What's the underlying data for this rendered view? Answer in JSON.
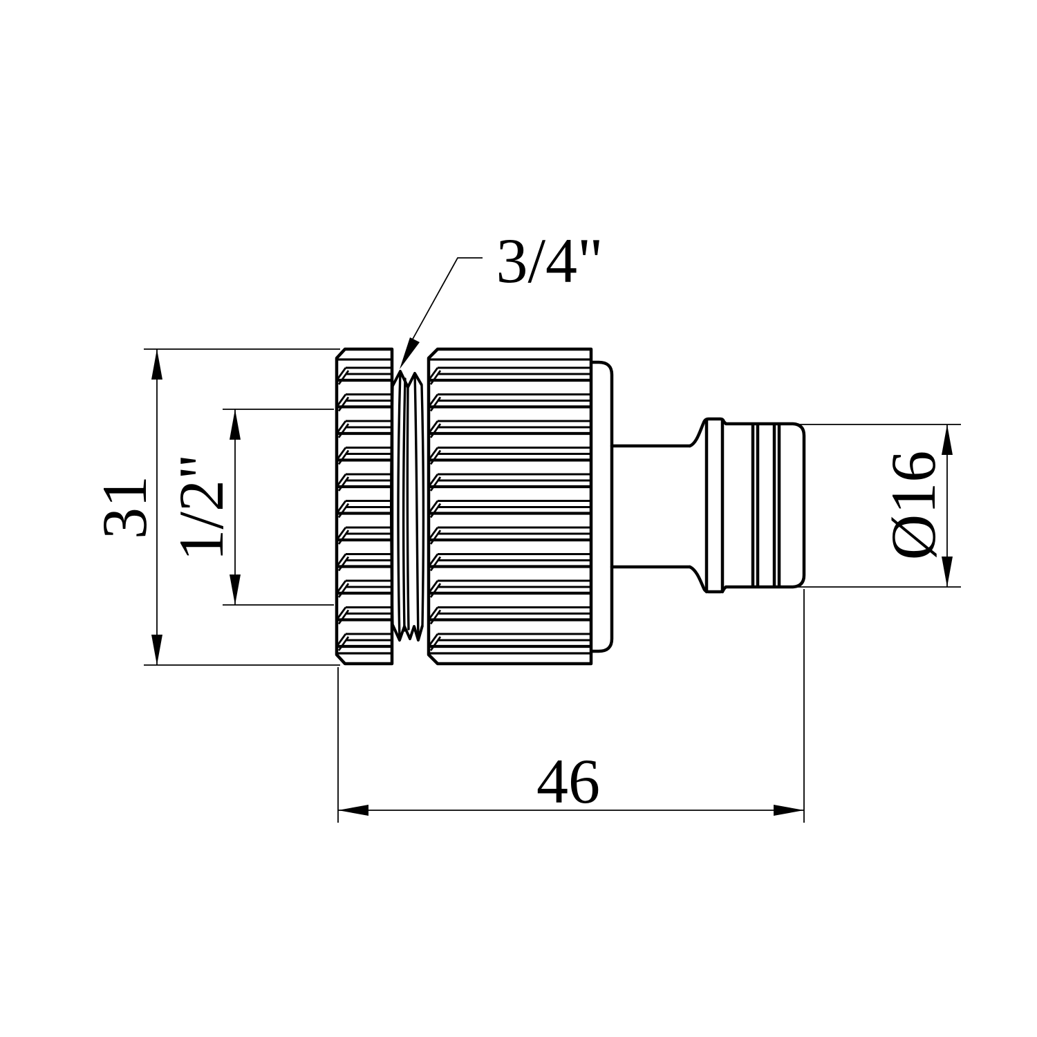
{
  "drawing": {
    "title": "hose-fitting-side-view",
    "background_color": "#ffffff",
    "line_color": "#000000"
  },
  "dimensions": {
    "male_thread": {
      "label": "3/4\"",
      "type": "leader"
    },
    "female_thread": {
      "label": "1/2\"",
      "type": "linear-vertical"
    },
    "body_height": {
      "label": "31",
      "type": "linear-vertical"
    },
    "nozzle_diameter": {
      "label": "Ø16",
      "type": "linear-vertical"
    },
    "overall_length": {
      "label": "46",
      "type": "linear-horizontal"
    }
  }
}
